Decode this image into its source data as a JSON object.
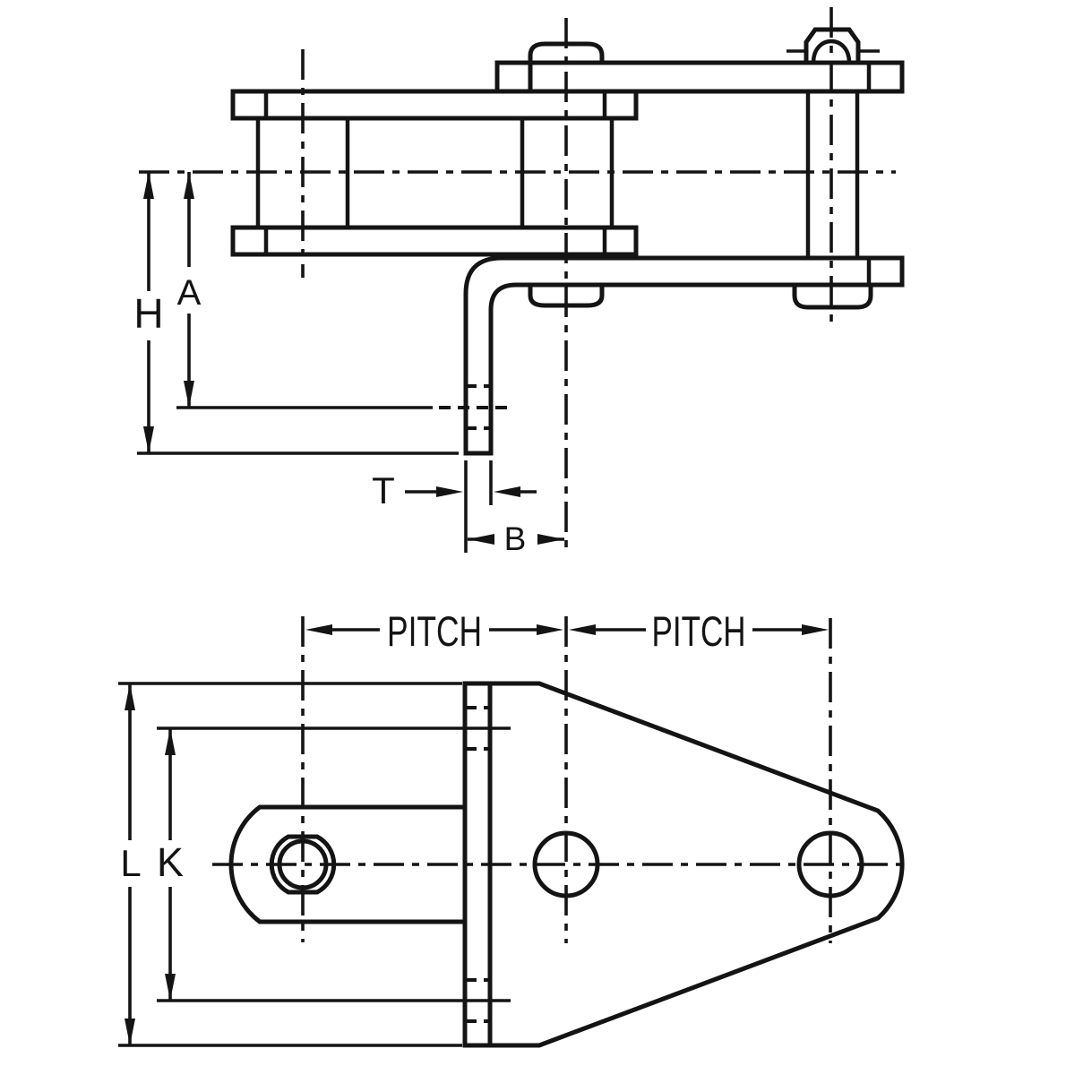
{
  "drawing": {
    "type": "technical-drawing",
    "subject": "bent attachment link for roller chain, two orthographic views",
    "line_color": "#141414",
    "background_color": "#ffffff"
  },
  "side_view": {
    "description": "side elevation of chain link with 90-degree bent attachment plate",
    "labels": {
      "h": "H",
      "a": "A",
      "t": "T",
      "b": "B"
    }
  },
  "plan_view": {
    "description": "face view of attachment plate with pitch hole spacing",
    "labels": {
      "pitch_left": "PITCH",
      "pitch_right": "PITCH",
      "l": "L",
      "k": "K"
    }
  }
}
